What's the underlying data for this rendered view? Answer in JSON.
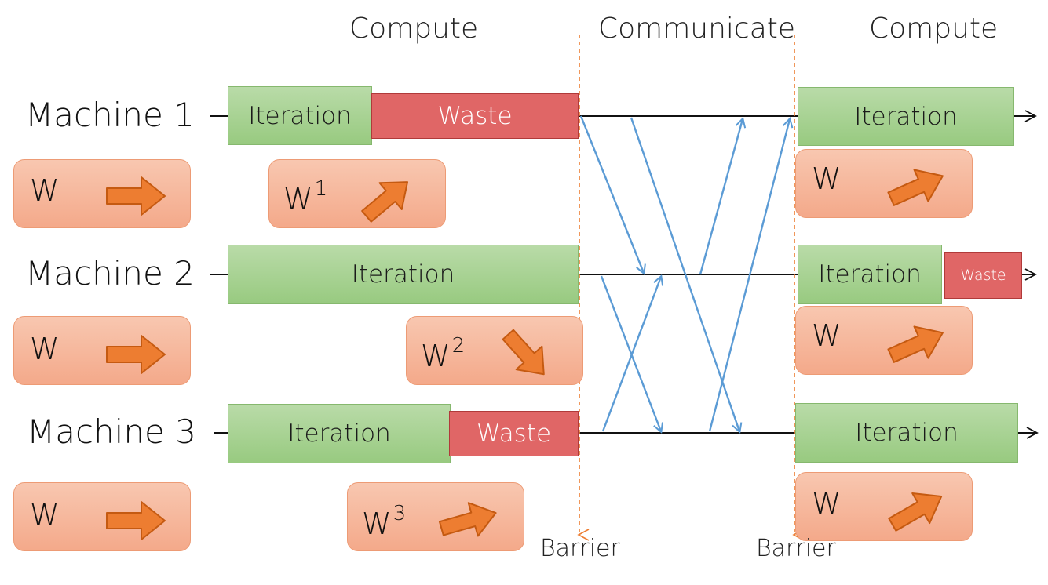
{
  "phases": {
    "compute_left": "Compute",
    "communicate": "Communicate",
    "compute_right": "Compute"
  },
  "barriers": [
    "Barrier",
    "Barrier"
  ],
  "machines": [
    {
      "label": "Machine 1",
      "left_blocks": {
        "iteration": "Iteration",
        "waste": "Waste"
      },
      "local_update": {
        "label": "W",
        "superscript": "1",
        "direction": "up-right"
      },
      "initial_weight": {
        "label": "W",
        "direction": "right"
      },
      "right_blocks": {
        "iteration": "Iteration"
      },
      "updated_weight": {
        "label": "W",
        "direction": "up-right"
      }
    },
    {
      "label": "Machine 2",
      "left_blocks": {
        "iteration": "Iteration"
      },
      "local_update": {
        "label": "W",
        "superscript": "2",
        "direction": "down-right"
      },
      "initial_weight": {
        "label": "W",
        "direction": "right"
      },
      "right_blocks": {
        "iteration": "Iteration",
        "waste": "Waste"
      },
      "updated_weight": {
        "label": "W",
        "direction": "up-right"
      }
    },
    {
      "label": "Machine 3",
      "left_blocks": {
        "iteration": "Iteration",
        "waste": "Waste"
      },
      "local_update": {
        "label": "W",
        "superscript": "3",
        "direction": "slight-up-right"
      },
      "initial_weight": {
        "label": "W",
        "direction": "right"
      },
      "right_blocks": {
        "iteration": "Iteration"
      },
      "updated_weight": {
        "label": "W",
        "direction": "up-right"
      }
    }
  ],
  "colors": {
    "iteration": "#a8d394",
    "waste": "#e06666",
    "weight_box": "#f6b89c",
    "arrow_fill": "#ed7d31",
    "message_lines": "#5b9bd5",
    "barrier_line": "#ed7d31"
  }
}
